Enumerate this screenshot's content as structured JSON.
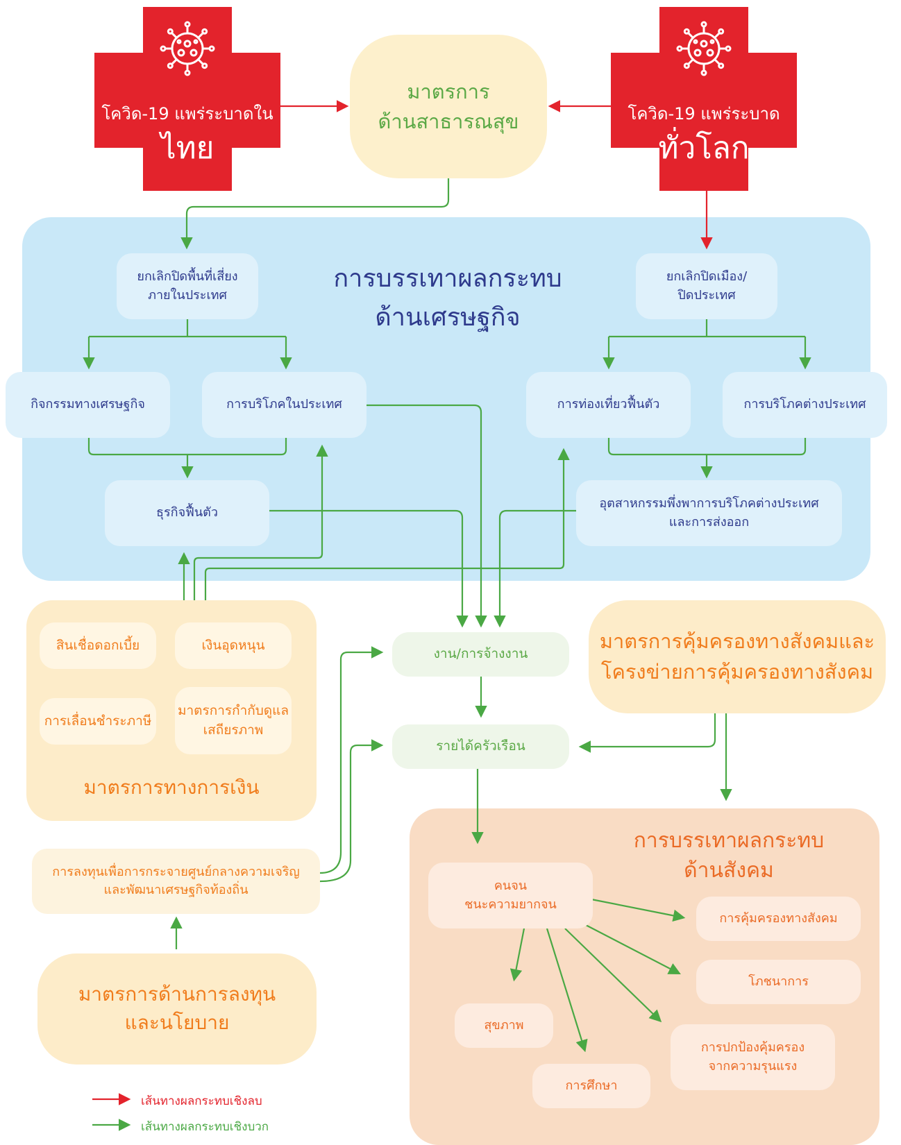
{
  "top": {
    "thai_cross": {
      "line1": "โควิด-19 แพร่ระบาดใน",
      "line2": "ไทย"
    },
    "global_cross": {
      "line1": "โควิด-19 แพร่ระบาด",
      "line2": "ทั่วโลก"
    },
    "public_health": {
      "line1": "มาตรการ",
      "line2": "ด้านสาธารณสุข"
    }
  },
  "economic_panel": {
    "title1": "การบรรเทาผลกระทบ",
    "title2": "ด้านเศรษฐกิจ",
    "lift_domestic": {
      "line1": "ยกเลิกปิดพื้นที่เสี่ยง",
      "line2": "ภายในประเทศ"
    },
    "lift_city": {
      "line1": "ยกเลิกปิดเมือง/",
      "line2": "ปิดประเทศ"
    },
    "economic_activity": "กิจกรรมทางเศรษฐกิจ",
    "domestic_consumption": "การบริโภคในประเทศ",
    "tourism_recovery": "การท่องเที่ยวฟื้นตัว",
    "foreign_consumption": "การบริโภคต่างประเทศ",
    "business_recovery": "ธุรกิจฟื้นตัว",
    "export_industry": {
      "line1": "อุตสาหกรรมพึ่งพาการบริโภคต่างประเทศ",
      "line2": "และการส่งออก"
    }
  },
  "financial_panel": {
    "title": "มาตรการทางการเงิน",
    "soft_loans": "สินเชื่อดอกเบี้ย",
    "subsidy": "เงินอุดหนุน",
    "tax_deferral": "การเลื่อนชำระภาษี",
    "stability": {
      "line1": "มาตรการกำกับดูแล",
      "line2": "เสถียรภาพ"
    }
  },
  "investment": {
    "decentral": {
      "line1": "การลงทุนเพื่อการกระจายศูนย์กลางความเจริญ",
      "line2": "และพัฒนาเศรษฐกิจท้องถิ่น"
    },
    "policy": {
      "line1": "มาตรการด้านการลงทุน",
      "line2": "และนโยบาย"
    }
  },
  "center": {
    "employment": "งาน/การจ้างงาน",
    "household_income": "รายได้ครัวเรือน"
  },
  "social_protection": {
    "line1": "มาตรการคุ้มครองทางสังคมและ",
    "line2": "โครงข่ายการคุ้มครองทางสังคม"
  },
  "social_panel": {
    "title1": "การบรรเทาผลกระทบ",
    "title2": "ด้านสังคม",
    "poverty": {
      "line1": "คนจน",
      "line2": "ชนะความยากจน"
    },
    "social_protection": "การคุ้มครองทางสังคม",
    "nutrition": "โภชนาการ",
    "violence": {
      "line1": "การปกป้องคุ้มครอง",
      "line2": "จากความรุนแรง"
    },
    "health": "สุขภาพ",
    "education": "การศึกษา"
  },
  "legend": {
    "negative": "เส้นทางผลกระทบเชิงลบ",
    "positive": "เส้นทางผลกระทบเชิงบวก"
  },
  "colors": {
    "negative": "#e3232c",
    "positive": "#4aa844",
    "economic_panel": "#c9e8f8",
    "orange_panel": "#fdecc9",
    "social_panel": "#f9dcc4"
  }
}
